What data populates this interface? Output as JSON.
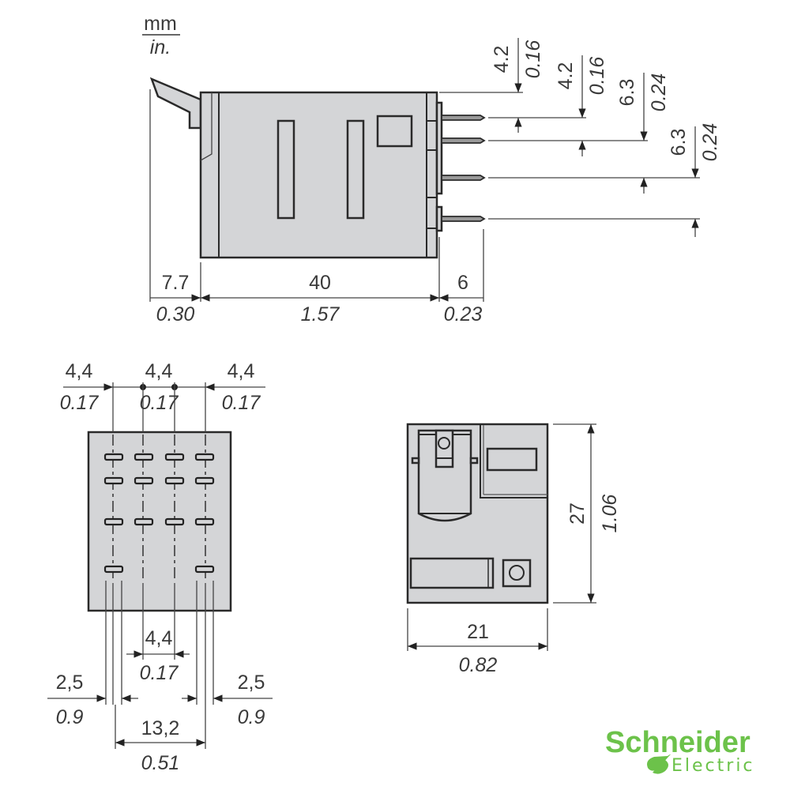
{
  "units": {
    "primary": "mm",
    "secondary": "in."
  },
  "side_view": {
    "dims": [
      {
        "mm": "7.7",
        "in": "0.30"
      },
      {
        "mm": "40",
        "in": "1.57"
      },
      {
        "mm": "6",
        "in": "0.23"
      }
    ],
    "pin_dims": [
      {
        "mm": "4.2",
        "in": "0.16"
      },
      {
        "mm": "4.2",
        "in": "0.16"
      },
      {
        "mm": "6.3",
        "in": "0.24"
      },
      {
        "mm": "6.3",
        "in": "0.24"
      }
    ]
  },
  "bottom_view": {
    "top_dims": [
      {
        "mm": "4,4",
        "in": "0.17"
      },
      {
        "mm": "4,4",
        "in": "0.17"
      },
      {
        "mm": "4,4",
        "in": "0.17"
      }
    ],
    "center_dim": {
      "mm": "4,4",
      "in": "0.17"
    },
    "left_dim": {
      "mm": "2,5",
      "in": "0.9"
    },
    "right_dim": {
      "mm": "2,5",
      "in": "0.9"
    },
    "overall_dim": {
      "mm": "13,2",
      "in": "0.51"
    }
  },
  "front_view": {
    "height_dim": {
      "mm": "27",
      "in": "1.06"
    },
    "width_dim": {
      "mm": "21",
      "in": "0.82"
    }
  },
  "logo": {
    "name": "Schneider",
    "sub": "Electric",
    "color": "#6cc24a"
  }
}
